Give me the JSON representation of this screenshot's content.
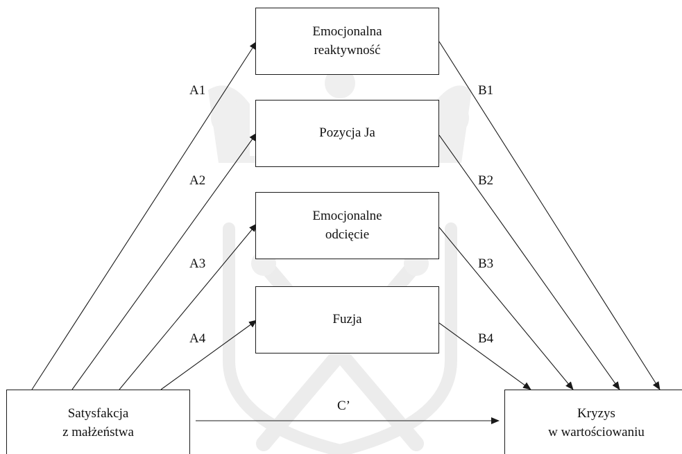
{
  "nodes": {
    "reactivity": "Emocjonalna\nreaktywność",
    "i_position": "Pozycja Ja",
    "cutoff": "Emocjonalne\nodcięcie",
    "fusion": "Fuzja",
    "satisfaction": "Satysfakcja\nz małżeństwa",
    "crisis": "Kryzys\nw wartościowaniu"
  },
  "paths": {
    "a1": "A1",
    "a2": "A2",
    "a3": "A3",
    "a4": "A4",
    "b1": "B1",
    "b2": "B2",
    "b3": "B3",
    "b4": "B4",
    "c": "C’"
  },
  "colors": {
    "line": "#1a1a1a",
    "watermark": "#ededed"
  }
}
